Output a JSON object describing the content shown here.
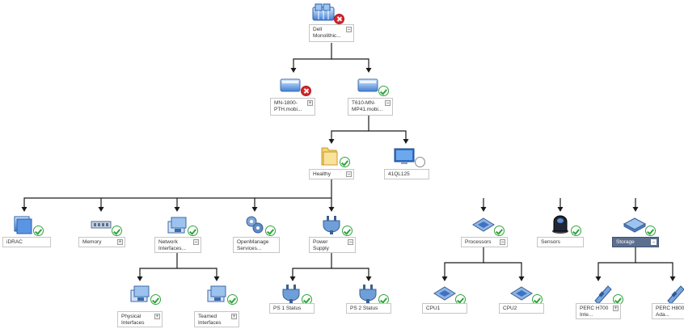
{
  "tree": [
    {
      "label": "Dell Monolithic...",
      "icon": "dell-modular-chassis-icon",
      "status": "critical",
      "toggle": "−"
    },
    {
      "label": "MN-1800-PTH.mobi...",
      "icon": "server-module-icon",
      "status": "critical",
      "toggle": "+"
    },
    {
      "label": "T610-MN-MP41.mobi...",
      "icon": "server-module-icon",
      "status": "normal",
      "toggle": "−"
    },
    {
      "label": "Healthy",
      "icon": "folder-icon",
      "status": "normal",
      "toggle": "−"
    },
    {
      "label": "41QL125",
      "icon": "monitor-icon",
      "status": "unknown",
      "toggle": ""
    },
    {
      "label": "iDRAC",
      "icon": "idrac-icon",
      "status": "normal",
      "toggle": ""
    },
    {
      "label": "Memory",
      "icon": "memory-icon",
      "status": "normal",
      "toggle": "+"
    },
    {
      "label": "Network Interfaces...",
      "icon": "network-interfaces-icon",
      "status": "normal",
      "toggle": "−"
    },
    {
      "label": "OpenManage Services...",
      "icon": "openmanage-services-icon",
      "status": "normal",
      "toggle": ""
    },
    {
      "label": "Power Supply",
      "icon": "power-plug-icon",
      "status": "normal",
      "toggle": "−"
    },
    {
      "label": "Processors",
      "icon": "processor-icon",
      "status": "normal",
      "toggle": "−"
    },
    {
      "label": "Sensors",
      "icon": "sensor-icon",
      "status": "normal",
      "toggle": ""
    },
    {
      "label": "Storage",
      "icon": "storage-icon",
      "status": "normal",
      "toggle": "−"
    },
    {
      "label": "Physical Interfaces",
      "icon": "network-interfaces-icon",
      "status": "normal",
      "toggle": "+"
    },
    {
      "label": "Teamed Interfaces",
      "icon": "network-interfaces-icon",
      "status": "normal",
      "toggle": "+"
    },
    {
      "label": "PS 1 Status",
      "icon": "power-plug-icon",
      "status": "normal",
      "toggle": ""
    },
    {
      "label": "PS 2 Status",
      "icon": "power-plug-icon",
      "status": "normal",
      "toggle": ""
    },
    {
      "label": "CPU1",
      "icon": "processor-icon",
      "status": "normal",
      "toggle": ""
    },
    {
      "label": "CPU2",
      "icon": "processor-icon",
      "status": "normal",
      "toggle": ""
    },
    {
      "label": "PERC H700 Inte...",
      "icon": "raid-controller-icon",
      "status": "normal",
      "toggle": "+"
    },
    {
      "label": "PERC H800 Ada...",
      "icon": "raid-controller-icon",
      "status": "normal",
      "toggle": ""
    }
  ],
  "colors": {
    "ok": "#2ea43a",
    "critical": "#d7262b",
    "unknown": "#8a8a8a",
    "selected": "#5c6f8e",
    "connector": "#1a1a1a"
  }
}
